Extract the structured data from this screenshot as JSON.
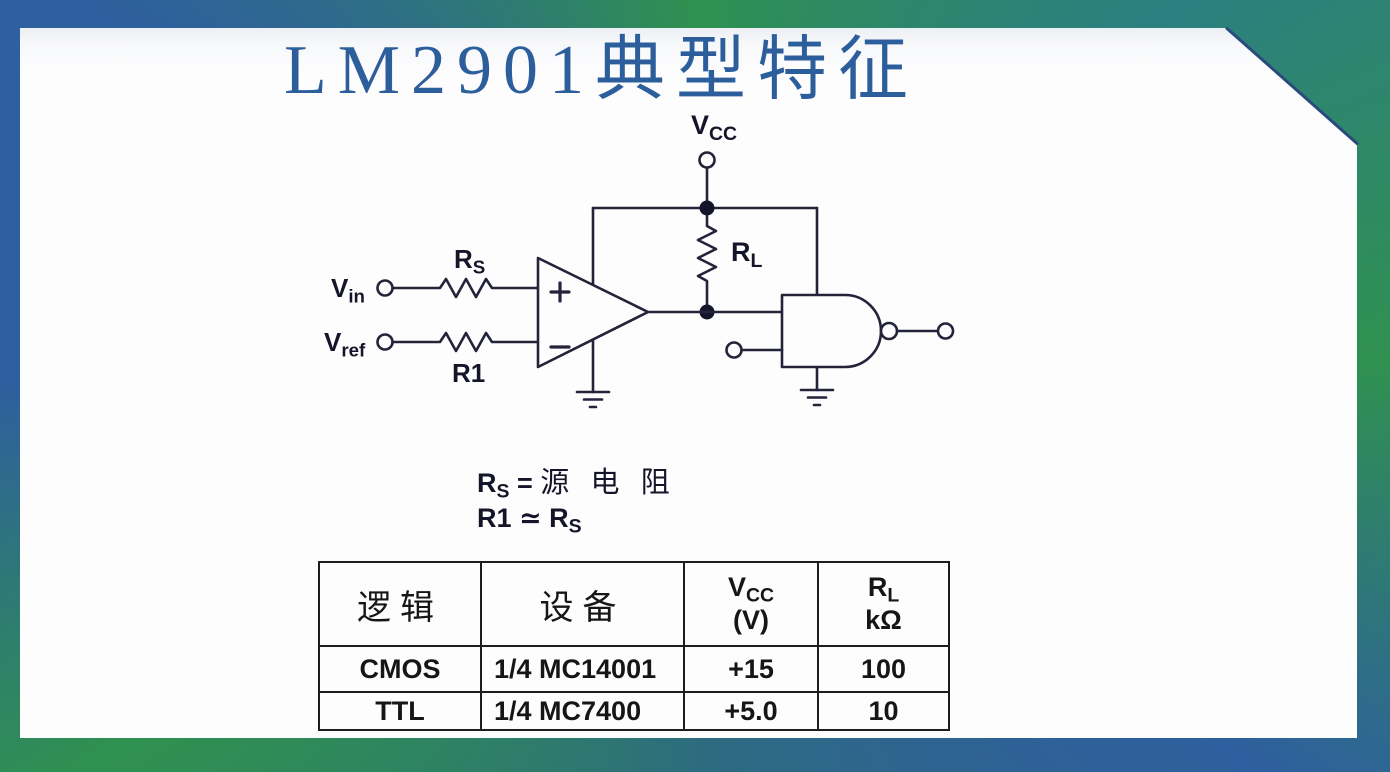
{
  "slide": {
    "title": "LM2901典型特征"
  },
  "colors": {
    "frame_blue": "#2e5f9e",
    "frame_green": "#2f9150",
    "frame_teal": "#2c7f80",
    "title_blue": "#2d5e9c",
    "ink": "#23233a"
  },
  "circuit": {
    "labels": {
      "vcc": {
        "base": "V",
        "sub": "CC"
      },
      "vin": {
        "base": "V",
        "sub": "in"
      },
      "vref": {
        "base": "V",
        "sub": "ref"
      },
      "rs": {
        "base": "R",
        "sub": "S"
      },
      "r1": {
        "base": "R1"
      },
      "rl": {
        "base": "R",
        "sub": "L"
      }
    }
  },
  "note": {
    "l1_base": "R",
    "l1_sub": "S",
    "l1_eq": " = ",
    "l1_cn": "源 电 阻",
    "l2_base": "R1 ≃ R",
    "l2_sub": "S"
  },
  "table": {
    "headers": {
      "logic": "逻辑",
      "device": "设备",
      "vcc_base": "V",
      "vcc_sub": "CC",
      "vcc_unit": "(V)",
      "rl_base": "R",
      "rl_sub": "L",
      "rl_unit": "kΩ"
    },
    "rows": [
      [
        "CMOS",
        "1/4 MC14001",
        "+15",
        "100"
      ],
      [
        "TTL",
        "1/4 MC7400",
        "+5.0",
        "10"
      ]
    ]
  }
}
